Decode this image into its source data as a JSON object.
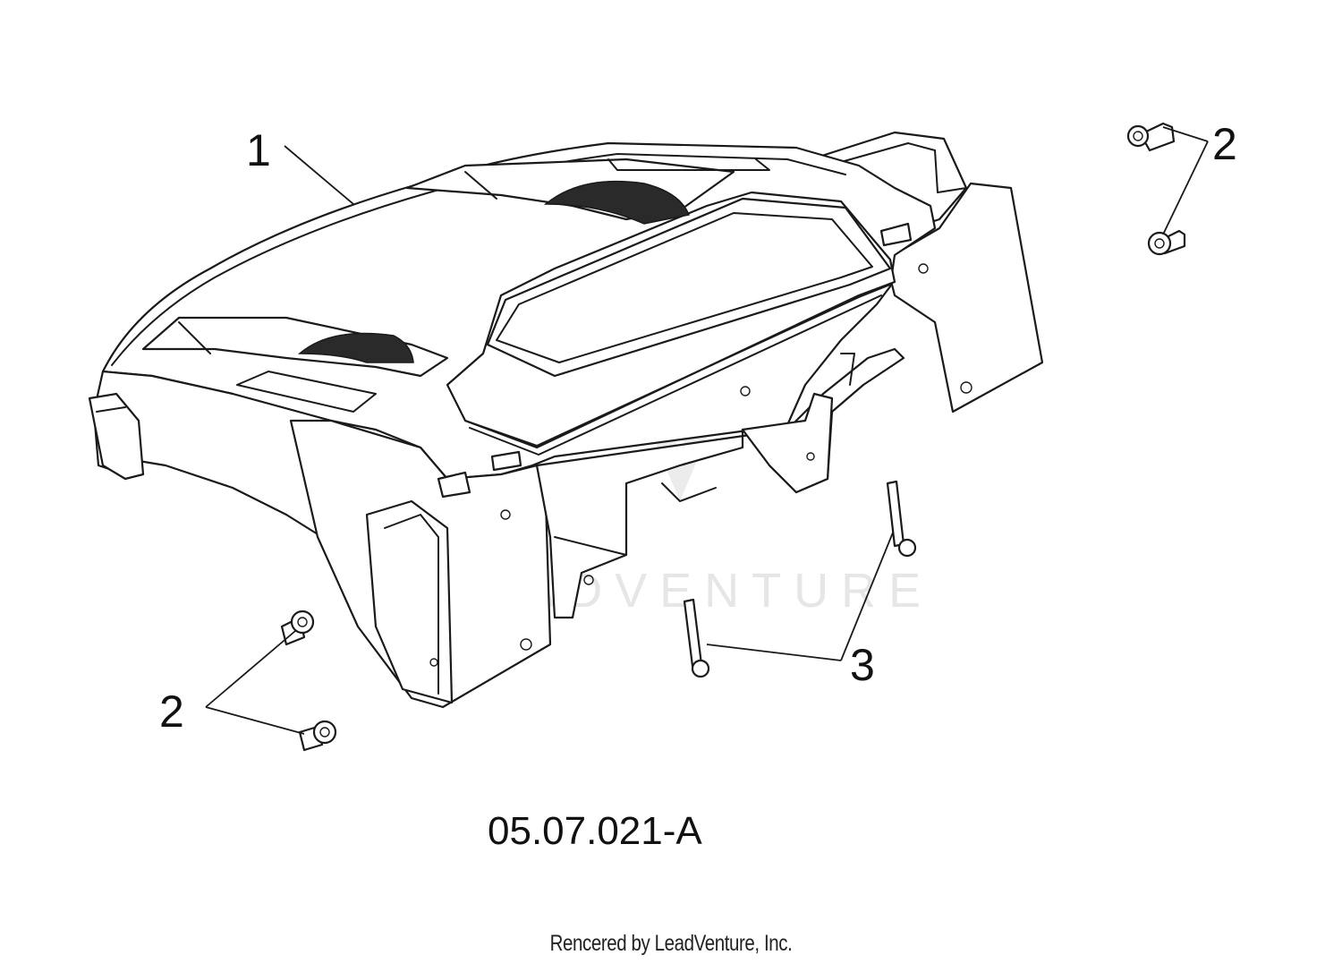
{
  "callouts": {
    "part_1": "1",
    "part_2_upper": "2",
    "part_2_lower": "2",
    "part_3": "3"
  },
  "drawing_id": "05.07.021-A",
  "watermark": "LEADVENTURE",
  "credit": "Rencered by LeadVenture, Inc."
}
